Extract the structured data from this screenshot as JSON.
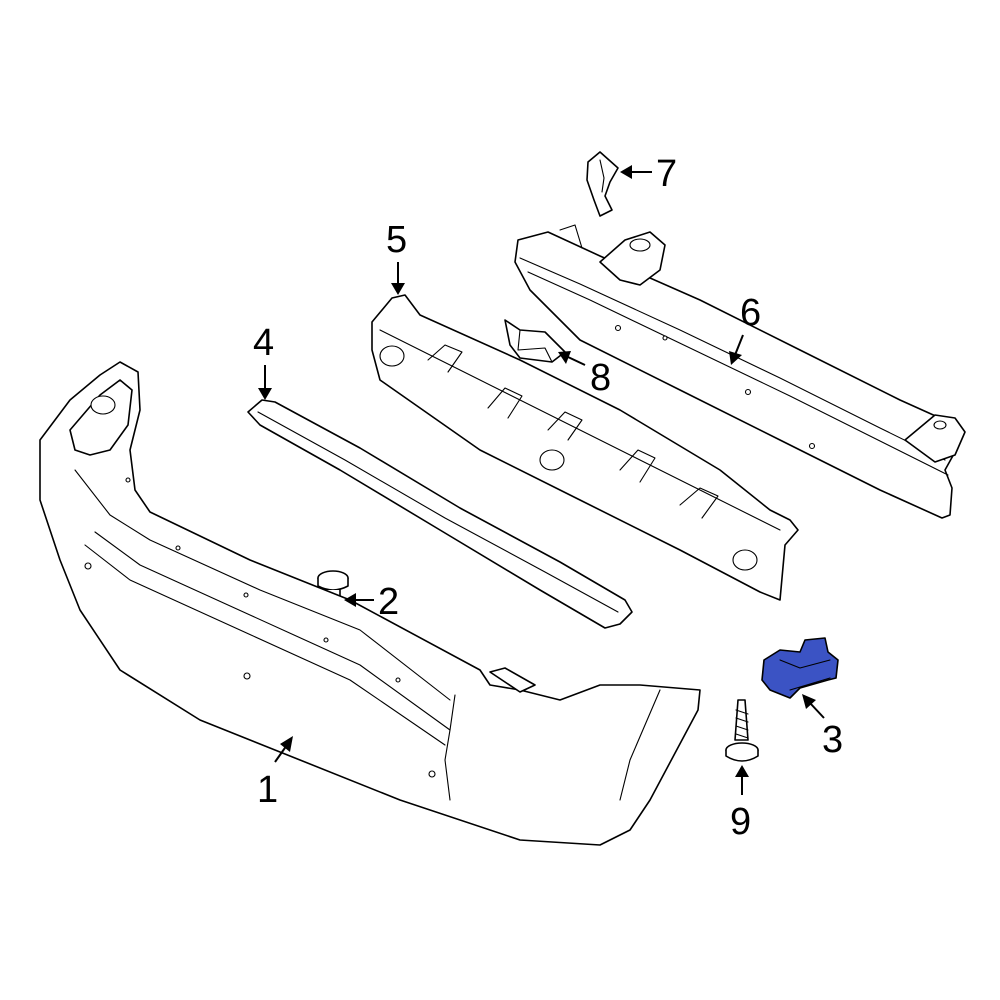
{
  "diagram": {
    "highlight_color": "#3b53c4",
    "callouts": [
      {
        "id": "1",
        "label": "1",
        "part": "bumper-cover"
      },
      {
        "id": "2",
        "label": "2",
        "part": "push-pin-retainer"
      },
      {
        "id": "3",
        "label": "3",
        "part": "bracket-highlighted"
      },
      {
        "id": "4",
        "label": "4",
        "part": "step-pad"
      },
      {
        "id": "5",
        "label": "5",
        "part": "energy-absorber"
      },
      {
        "id": "6",
        "label": "6",
        "part": "reinforcement-beam"
      },
      {
        "id": "7",
        "label": "7",
        "part": "small-bracket"
      },
      {
        "id": "8",
        "label": "8",
        "part": "mounting-bracket"
      },
      {
        "id": "9",
        "label": "9",
        "part": "bolt"
      }
    ]
  }
}
